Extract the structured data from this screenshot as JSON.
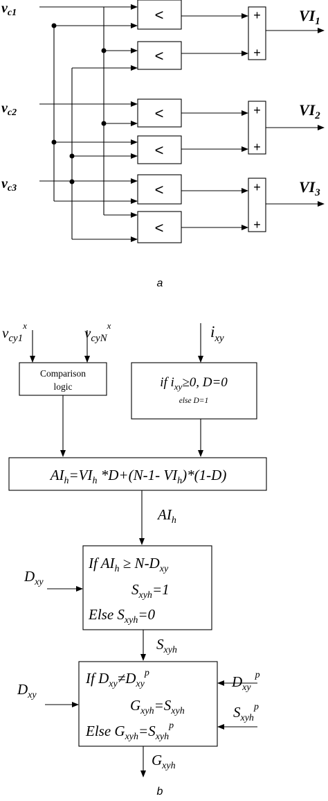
{
  "figure_a": {
    "inputs": {
      "v": "v",
      "c1": "c1",
      "c2": "c2",
      "c3": "c3"
    },
    "comparator_symbol": "<",
    "adder_symbol": "+",
    "outputs": {
      "vi": "VI",
      "n1": "1",
      "n2": "2",
      "n3": "3"
    },
    "caption": "a"
  },
  "figure_b": {
    "inputs": {
      "v": "v",
      "cy1": "cy1",
      "cyN": "cyN",
      "x": "x",
      "i": "i",
      "xy": "xy"
    },
    "comparison_logic": {
      "line1": "Comparison",
      "line2": "logic"
    },
    "if_block": {
      "if_word": "if",
      "i": "i",
      "xy": "xy",
      "cond_rest": "≥0, D=0",
      "else_text": "else D=1"
    },
    "ai_block": {
      "ai": "AI",
      "h": "h",
      "mid": "=VI",
      "h2": "h",
      "rest1": " *D+(N-1- VI",
      "h3": "h",
      "rest2": ")*(1-D)"
    },
    "ai_label": {
      "ai": "AI",
      "h": "h"
    },
    "threshold_block": {
      "line1_a": "If AI",
      "line1_h": "h",
      "line1_b": " ≥ N-D",
      "line1_xy": "xy",
      "line2_s": "S",
      "line2_xyh": "xyh",
      "line2_b": "=1",
      "line3_a": "Else  S",
      "line3_xyh": "xyh",
      "line3_b": "=0"
    },
    "d_input": {
      "d": "D",
      "xy": "xy"
    },
    "s_label": {
      "s": "S",
      "xyh": "xyh"
    },
    "gate_block": {
      "line1_a": "If D",
      "line1_xy": "xy",
      "line1_b": "≠D",
      "line1_xy2": "xy",
      "line1_p": "p",
      "line2_g": "G",
      "line2_xyh": "xyh",
      "line2_b": "=S",
      "line2_xyh2": "xyh",
      "line3_a": "Else G",
      "line3_xyh": "xyh",
      "line3_b": "=S",
      "line3_xyh2": "xyh",
      "line3_p": "p"
    },
    "dxy_p_input": {
      "d": "D",
      "xy": "xy",
      "p": "p"
    },
    "sxyh_p_input": {
      "s": "S",
      "xyh": "xyh",
      "p": "p"
    },
    "g_output": {
      "g": "G",
      "xyh": "xyh"
    },
    "caption": "b"
  }
}
